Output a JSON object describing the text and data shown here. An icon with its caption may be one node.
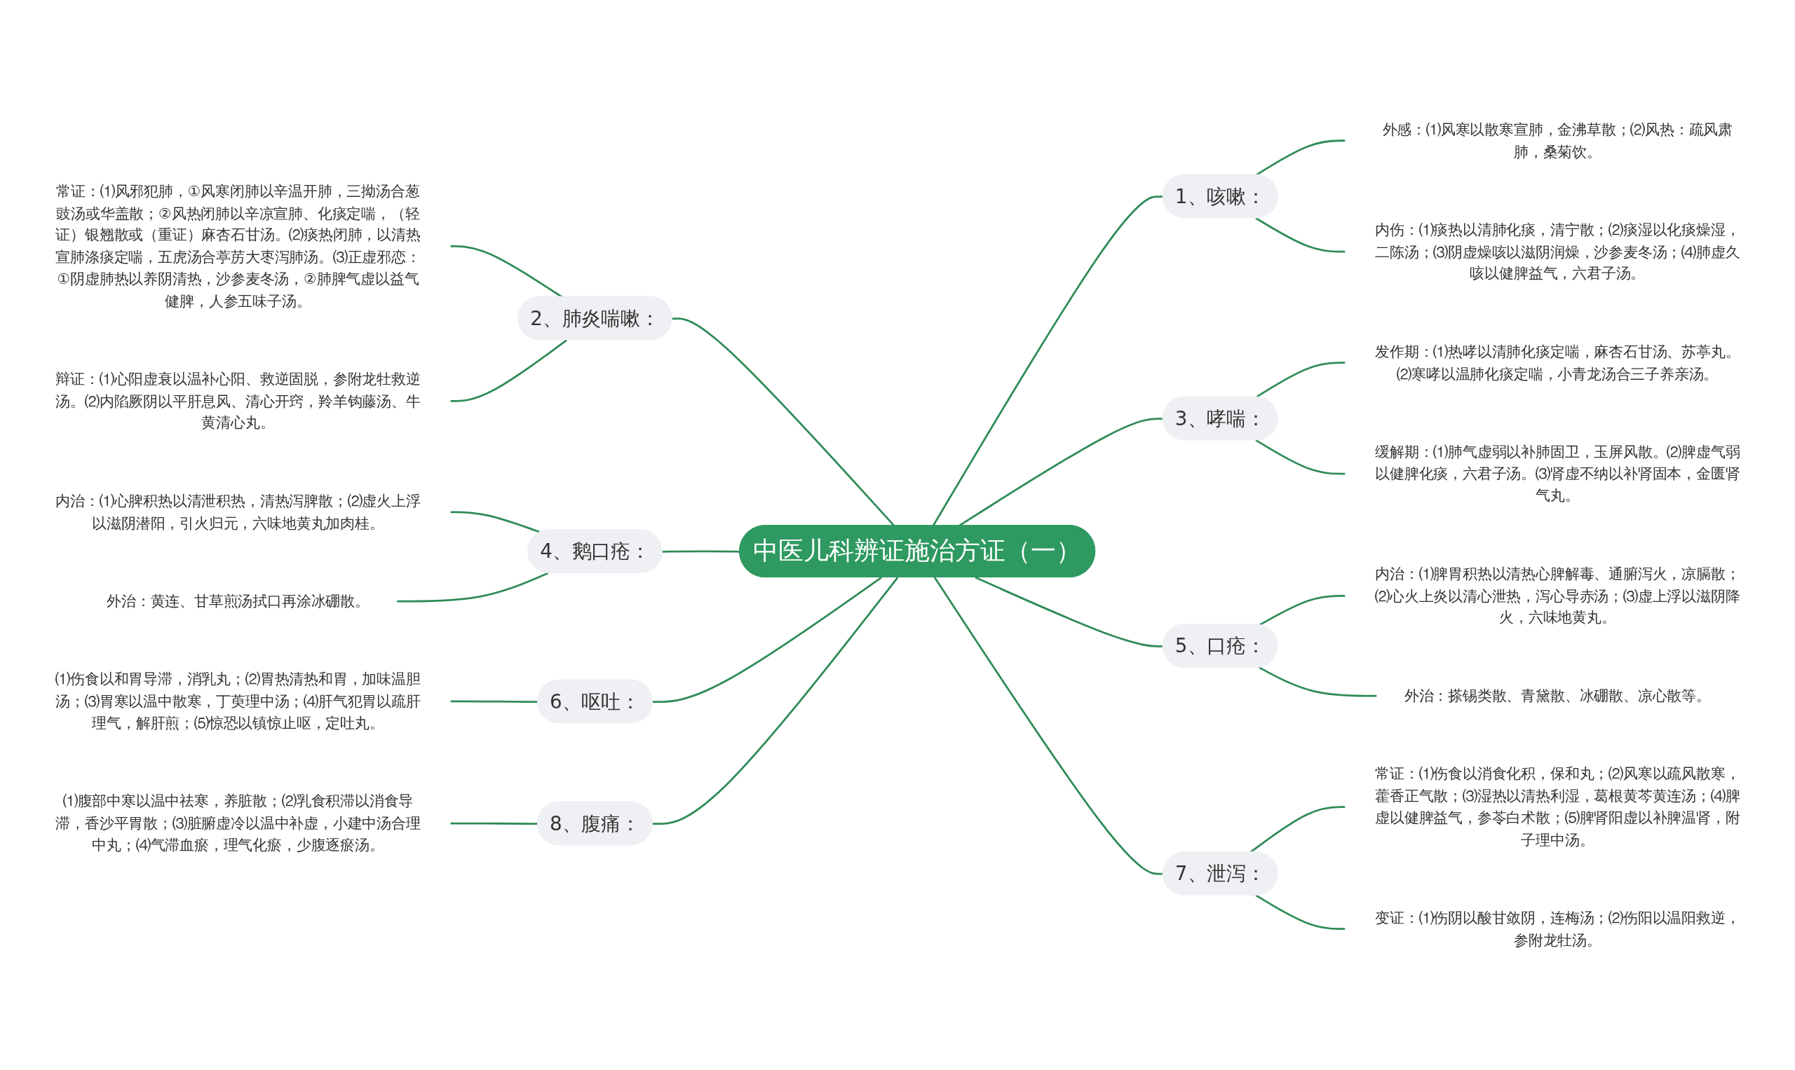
{
  "diagram": {
    "nodes": [
      {
        "text": [
          "中医儿科辨证施治方证（一）"
        ]
      },
      {
        "text": [
          "1、咳嗽："
        ]
      },
      {
        "text": [
          "外感：⑴风寒以散寒宣肺，金沸草散；⑵风热：疏风肃肺，桑菊饮。"
        ]
      },
      {
        "text": [
          "内伤：⑴痰热以清肺化痰，清宁散；⑵痰湿以化痰燥湿，二陈汤；⑶阴虚燥咳以滋阴润燥，沙参麦冬汤；⑷肺虚久咳以健脾益气，六君子汤。"
        ]
      },
      {
        "text": [
          "2、肺炎喘嗽："
        ]
      },
      {
        "text": [
          "常证：⑴风邪犯肺，①风寒闭肺以辛温开肺，三拗汤合葱豉汤或华盖散；②风热闭肺以辛凉宣肺、化痰定喘，（轻证）银翘散或（重证）麻杏石甘汤。⑵痰热闭肺，以清热宣肺涤痰定喘，五虎汤合葶苈大枣泻肺汤。⑶正虚邪恋：①阴虚肺热以养阴清热，沙参麦冬汤，②肺脾气虚以益气健脾，人参五味子汤。"
        ]
      },
      {
        "text": [
          "辩证：⑴心阳虚衰以温补心阳、救逆固脱，参附龙牡救逆汤。⑵内陷厥阴以平肝息风、清心开窍，羚羊钩藤汤、牛黄清心丸。"
        ]
      },
      {
        "text": [
          "3、哮喘："
        ]
      },
      {
        "text": [
          "发作期：⑴热哮以清肺化痰定喘，麻杏石甘汤、苏葶丸。⑵寒哮以温肺化痰定喘，小青龙汤合三子养亲汤。"
        ]
      },
      {
        "text": [
          "缓解期：⑴肺气虚弱以补肺固卫，玉屏风散。⑵脾虚气弱以健脾化痰，六君子汤。⑶肾虚不纳以补肾固本，金匮肾气丸。"
        ]
      },
      {
        "text": [
          "4、鹅口疮："
        ]
      },
      {
        "text": [
          "内治：⑴心脾积热以清泄积热，清热泻脾散；⑵虚火上浮以滋阴潜阳，引火归元，六味地黄丸加肉桂。"
        ]
      },
      {
        "text": [
          "外治：黄连、甘草煎汤拭口再涂冰硼散。"
        ]
      },
      {
        "text": [
          "5、口疮："
        ]
      },
      {
        "text": [
          "内治：⑴脾胃积热以清热心脾解毒、通腑泻火，凉膈散；⑵心火上炎以清心泄热，泻心导赤汤；⑶虚上浮以滋阴降火，六味地黄丸。"
        ]
      },
      {
        "text": [
          "外治：搽锡类散、青黛散、冰硼散、凉心散等。"
        ]
      },
      {
        "text": [
          "6、呕吐："
        ]
      },
      {
        "text": [
          "⑴伤食以和胃导滞，消乳丸；⑵胃热清热和胃，加味温胆汤；⑶胃寒以温中散寒，丁萸理中汤；⑷肝气犯胃以疏肝理气，解肝煎；⑸惊恐以镇惊止呕，定吐丸。"
        ]
      },
      {
        "text": [
          "7、泄泻："
        ]
      },
      {
        "text": [
          "常证：⑴伤食以消食化积，保和丸；⑵风寒以疏风散寒，藿香正气散；⑶湿热以清热利湿，葛根黄芩黄连汤；⑷脾虚以健脾益气，参苓白术散；⑸脾肾阳虚以补脾温肾，附子理中汤。"
        ]
      },
      {
        "text": [
          "变证：⑴伤阴以酸甘敛阴，连梅汤；⑵伤阳以温阳救逆，参附龙牡汤。"
        ]
      },
      {
        "text": [
          "8、腹痛："
        ]
      },
      {
        "text": [
          "⑴腹部中寒以温中祛寒，养脏散；⑵乳食积滞以消食导滞，香沙平胃散；⑶脏腑虚冷以温中补虚，小建中汤合理中丸；⑷气滞血瘀，理气化瘀，少腹逐瘀汤。"
        ]
      }
    ],
    "edges": [
      {
        "from": 0,
        "to": 1,
        "arrow": "none"
      },
      {
        "from": 1,
        "to": 2,
        "arrow": "none"
      },
      {
        "from": 1,
        "to": 3,
        "arrow": "none"
      },
      {
        "from": 0,
        "to": 4,
        "arrow": "none"
      },
      {
        "from": 4,
        "to": 5,
        "arrow": "none"
      },
      {
        "from": 4,
        "to": 6,
        "arrow": "none"
      },
      {
        "from": 0,
        "to": 7,
        "arrow": "none"
      },
      {
        "from": 7,
        "to": 8,
        "arrow": "none"
      },
      {
        "from": 7,
        "to": 9,
        "arrow": "none"
      },
      {
        "from": 0,
        "to": 10,
        "arrow": "none"
      },
      {
        "from": 10,
        "to": 11,
        "arrow": "none"
      },
      {
        "from": 10,
        "to": 12,
        "arrow": "none"
      },
      {
        "from": 0,
        "to": 13,
        "arrow": "none"
      },
      {
        "from": 13,
        "to": 14,
        "arrow": "none"
      },
      {
        "from": 13,
        "to": 15,
        "arrow": "none"
      },
      {
        "from": 0,
        "to": 16,
        "arrow": "none"
      },
      {
        "from": 16,
        "to": 17,
        "arrow": "none"
      },
      {
        "from": 0,
        "to": 18,
        "arrow": "none"
      },
      {
        "from": 18,
        "to": 19,
        "arrow": "none"
      },
      {
        "from": 18,
        "to": 20,
        "arrow": "none"
      },
      {
        "from": 0,
        "to": 21,
        "arrow": "none"
      },
      {
        "from": 21,
        "to": 22,
        "arrow": "none"
      }
    ]
  }
}
